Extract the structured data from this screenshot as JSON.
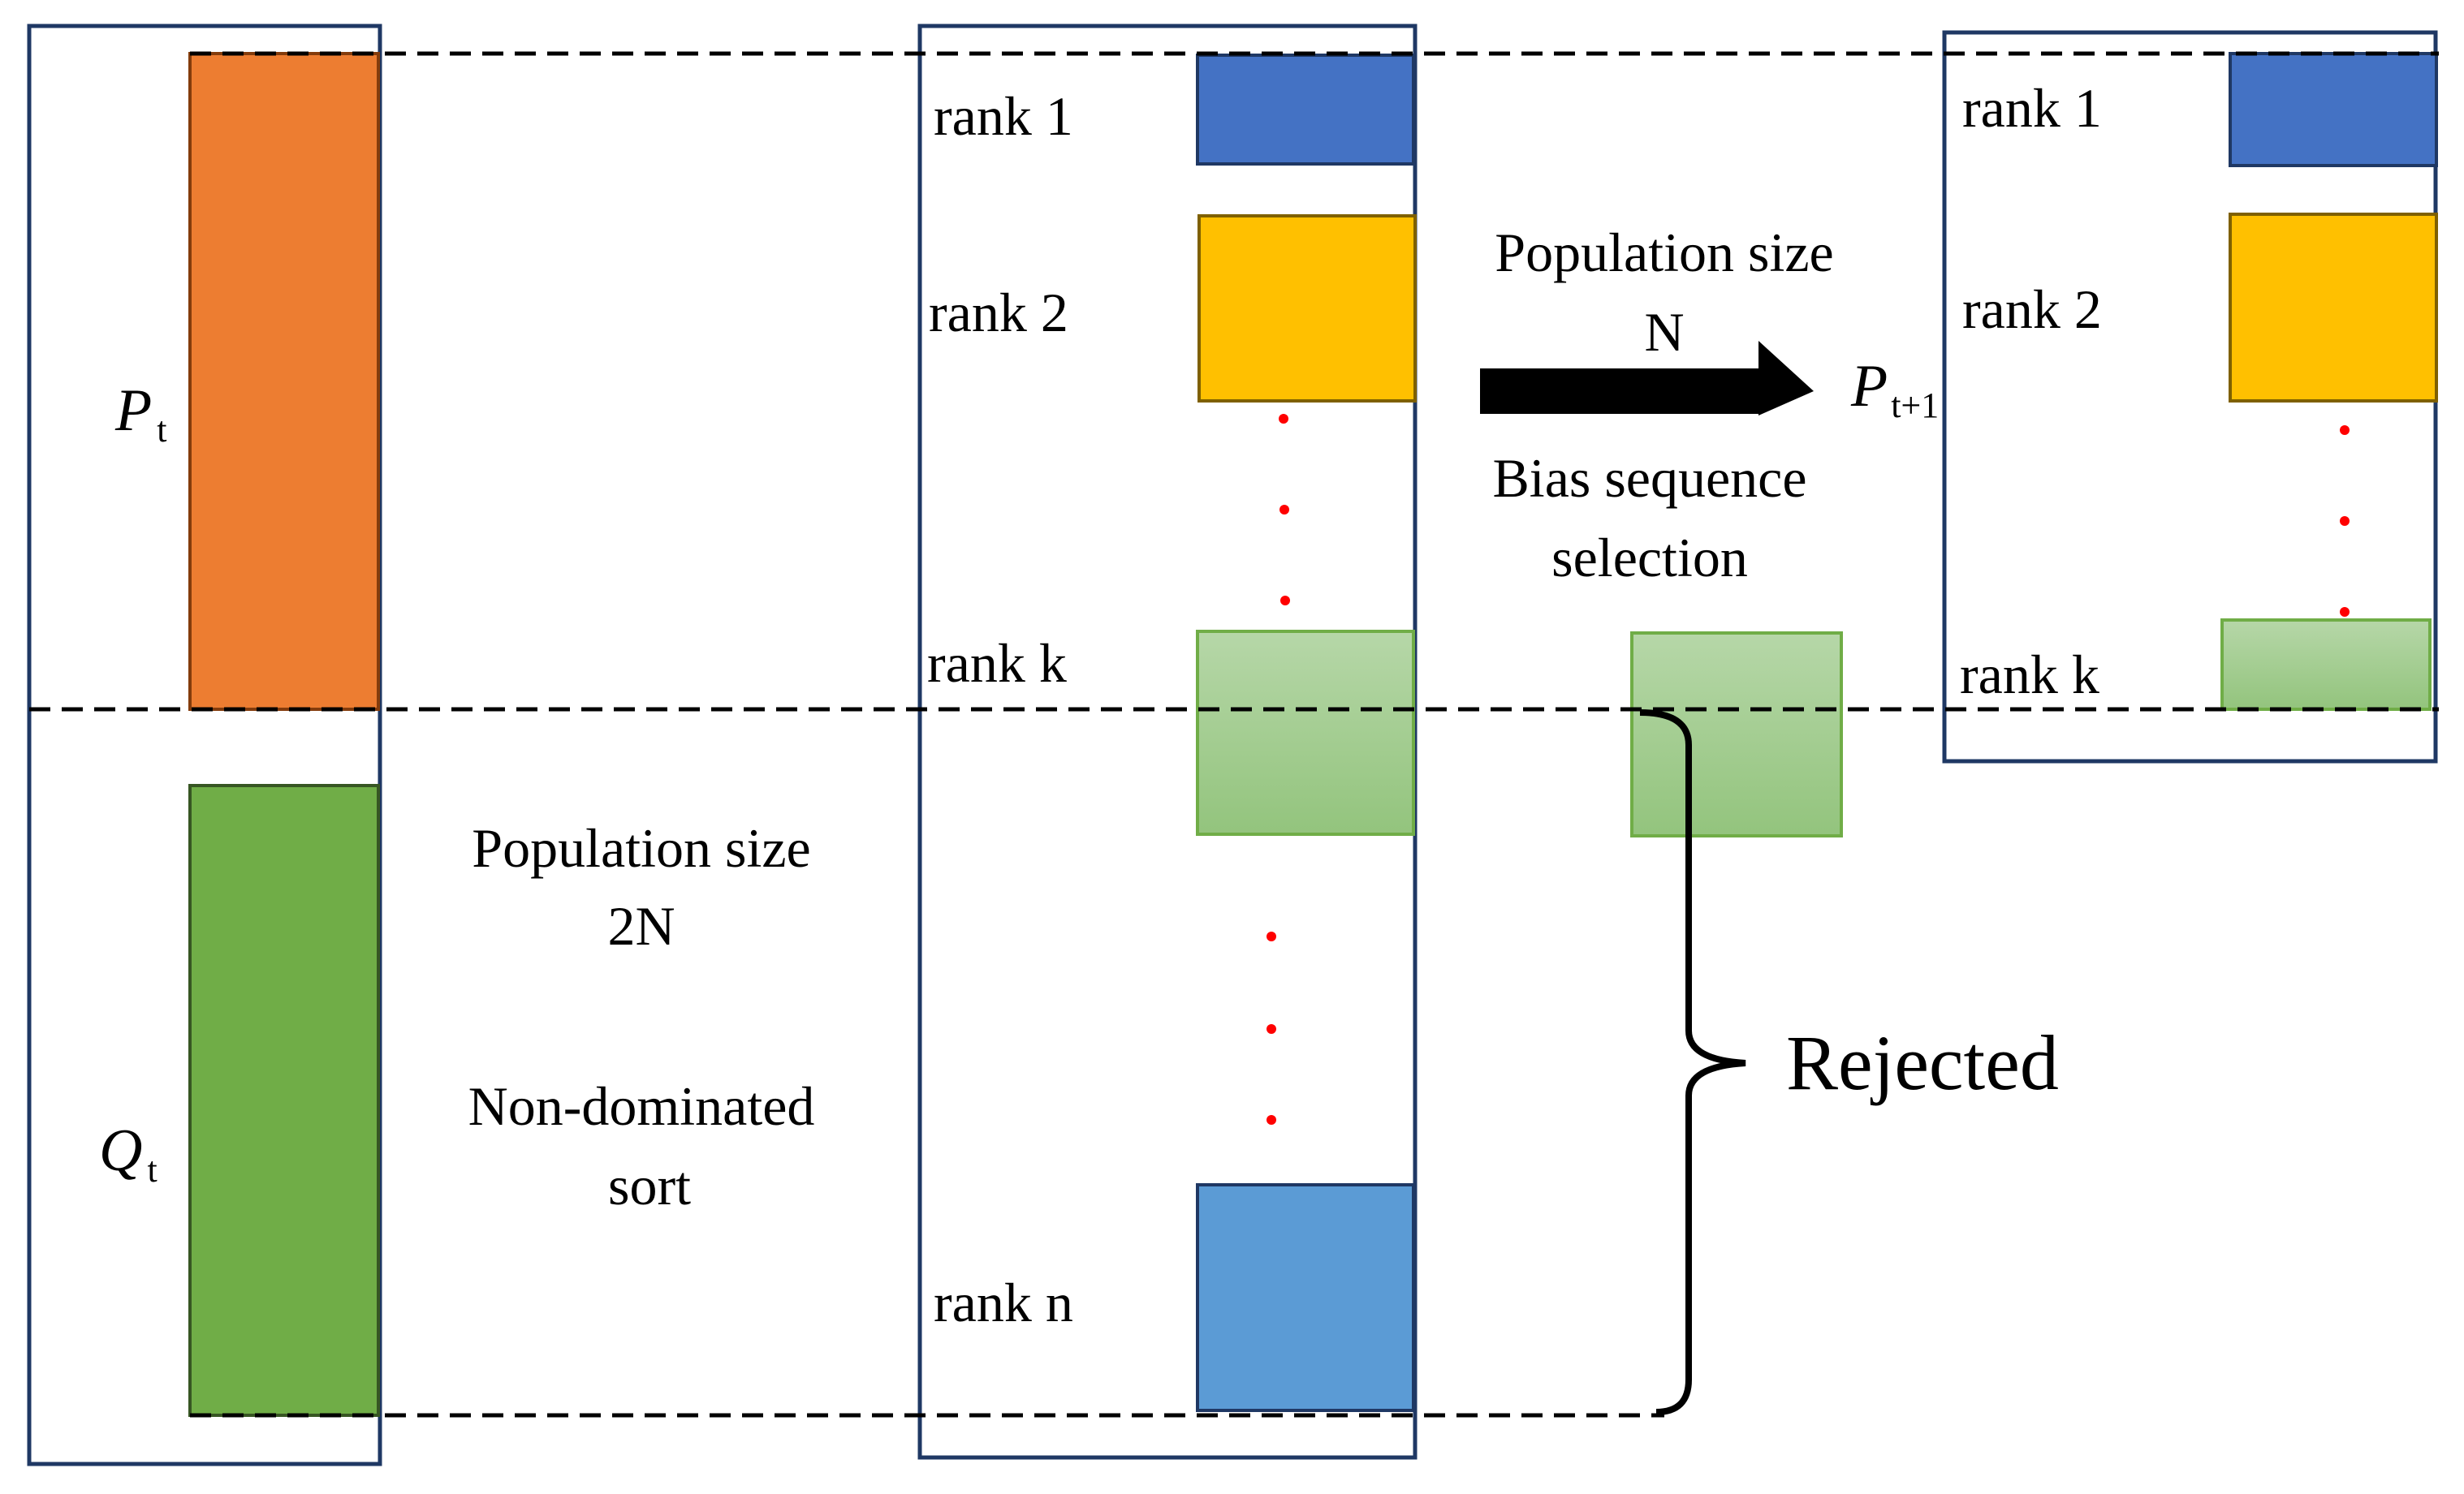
{
  "colors": {
    "frame": "#1f3864",
    "orange": "#ed7d31",
    "orange_border": "#843c0c",
    "green": "#70ad47",
    "green_border": "#375623",
    "blue": "#4472c4",
    "blue_border": "#1f3864",
    "gold": "#ffc000",
    "gold_border": "#7f6000",
    "light_green_top": "#b6d7a8",
    "light_green_bottom": "#93c47d",
    "light_green_border": "#70ad47",
    "light_blue": "#5b9bd5",
    "dot_red": "#ff0000",
    "dash": "#000000"
  },
  "left": {
    "p_symbol": "P",
    "p_subscript": "t",
    "q_symbol": "Q",
    "q_subscript": "t"
  },
  "middle_text": {
    "pop_size_label": "Population size",
    "pop_size_value": "2N",
    "sort_line1": "Non-dominated",
    "sort_line2": "sort"
  },
  "ranked": {
    "rank_1": "rank 1",
    "rank_2": "rank 2",
    "rank_k": "rank k",
    "rank_n": "rank n"
  },
  "selection": {
    "pop_size_label": "Population size",
    "pop_size_value": "N",
    "method_line1": "Bias sequence",
    "method_line2": "selection",
    "next_symbol": "P",
    "next_subscript": "t+1",
    "arrow_icon": "right-arrow-icon"
  },
  "rejected_label": "Rejected",
  "next_gen": {
    "rank_1": "rank 1",
    "rank_2": "rank 2",
    "rank_k": "rank k"
  }
}
